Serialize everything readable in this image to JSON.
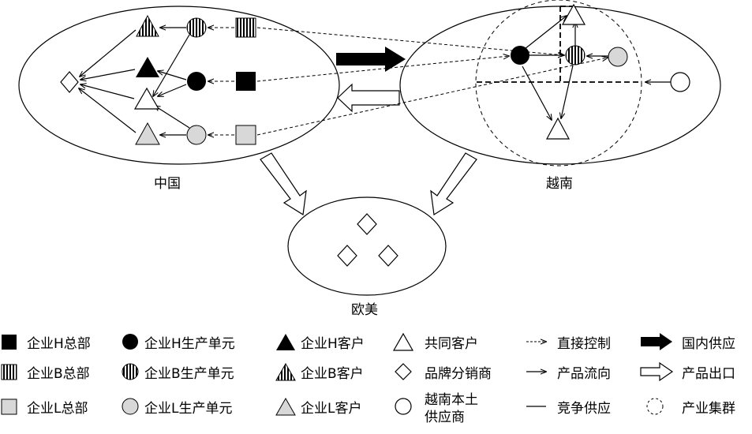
{
  "regions": {
    "china": "中国",
    "vietnam": "越南",
    "europe_america": "欧美"
  },
  "legend": [
    {
      "symbol": "square-black",
      "label": "企业H总部"
    },
    {
      "symbol": "circle-black",
      "label": "企业H生产单元"
    },
    {
      "symbol": "triangle-black",
      "label": "企业H客户"
    },
    {
      "symbol": "triangle-white",
      "label": "共同客户"
    },
    {
      "symbol": "dashed-arrow",
      "label": "直接控制"
    },
    {
      "symbol": "bold-arrow",
      "label": "国内供应"
    },
    {
      "symbol": "square-striped",
      "label": "企业B总部"
    },
    {
      "symbol": "circle-striped",
      "label": "企业B生产单元"
    },
    {
      "symbol": "triangle-striped",
      "label": "企业B客户"
    },
    {
      "symbol": "diamond",
      "label": "品牌分销商"
    },
    {
      "symbol": "solid-arrow",
      "label": "产品流向"
    },
    {
      "symbol": "hollow-arrow",
      "label": "产品出口"
    },
    {
      "symbol": "square-gray",
      "label": "企业L总部"
    },
    {
      "symbol": "circle-gray",
      "label": "企业L生产单元"
    },
    {
      "symbol": "triangle-gray",
      "label": "企业L客户"
    },
    {
      "symbol": "circle-white",
      "label": "越南本土供应商"
    },
    {
      "symbol": "plain-line",
      "label": "竞争供应"
    },
    {
      "symbol": "dashed-circle",
      "label": "产业集群"
    }
  ]
}
